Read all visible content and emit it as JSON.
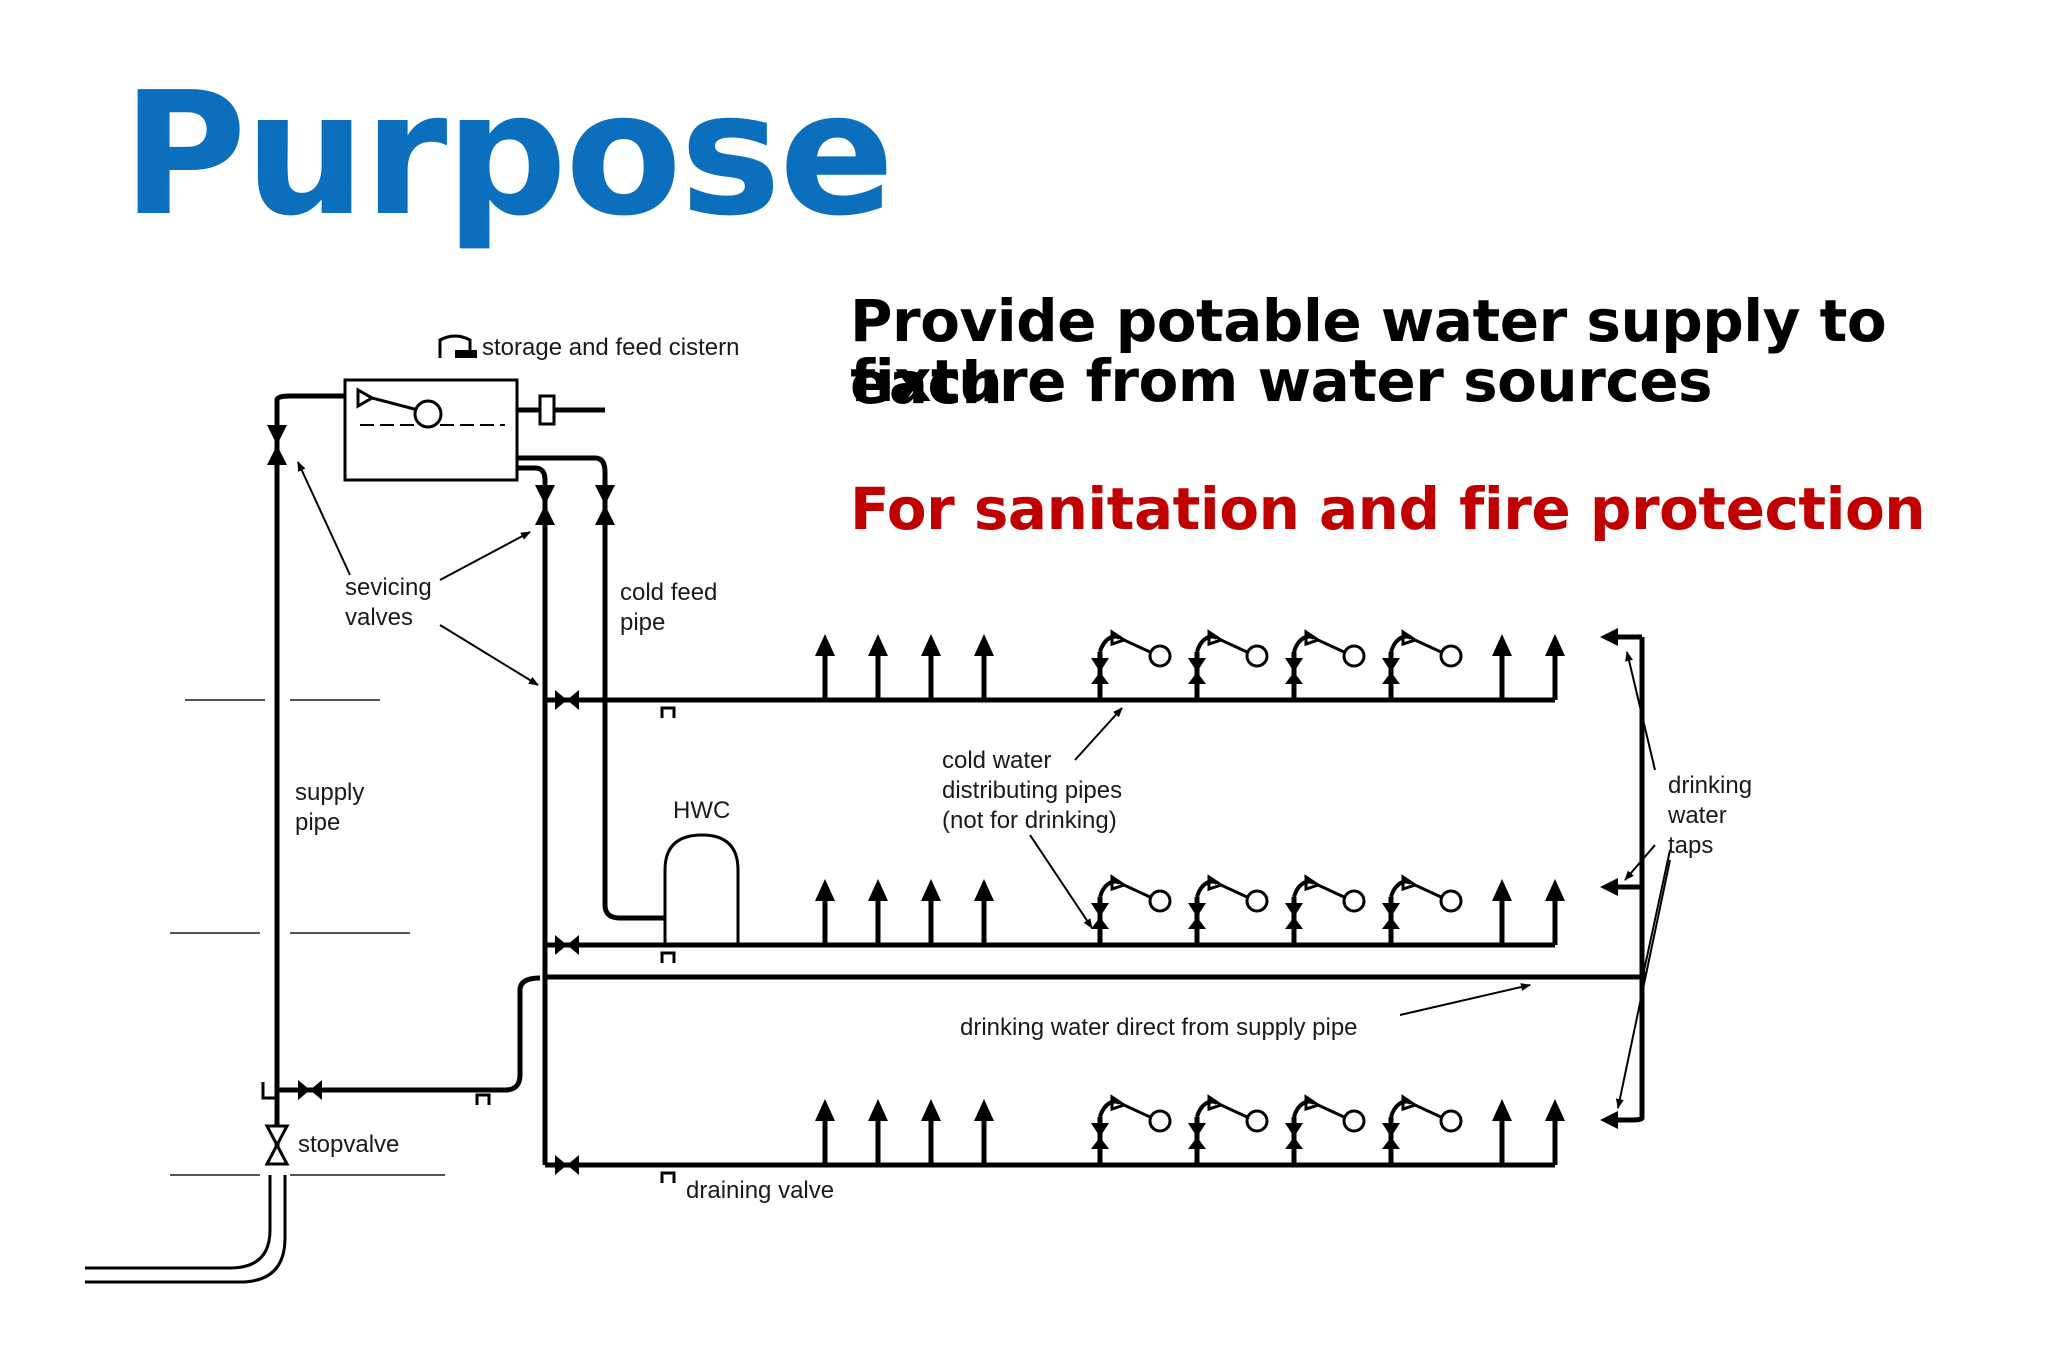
{
  "slide": {
    "title": "Purpose",
    "points": [
      "Provide potable water supply to each",
      "fixture from water sources"
    ],
    "highlight": "For sanitation and fire protection",
    "colors": {
      "title": "#0b6fbd",
      "highlight": "#c00000",
      "text": "#000000",
      "lines": "#000000"
    }
  },
  "diagram": {
    "labels": {
      "storage": "storage and feed cistern",
      "servicing_1": "sevicing",
      "servicing_2": "valves",
      "cold_feed_1": "cold feed",
      "cold_feed_2": "pipe",
      "supply_1": "supply",
      "supply_2": "pipe",
      "hwc": "HWC",
      "cold_dist_1": "cold water",
      "cold_dist_2": "distributing pipes",
      "cold_dist_3": "(not for drinking)",
      "drinking_1": "drinking",
      "drinking_2": "water",
      "drinking_3": "taps",
      "direct": "drinking water direct from supply pipe",
      "stopvalve": "stopvalve",
      "draining": "draining valve"
    }
  }
}
